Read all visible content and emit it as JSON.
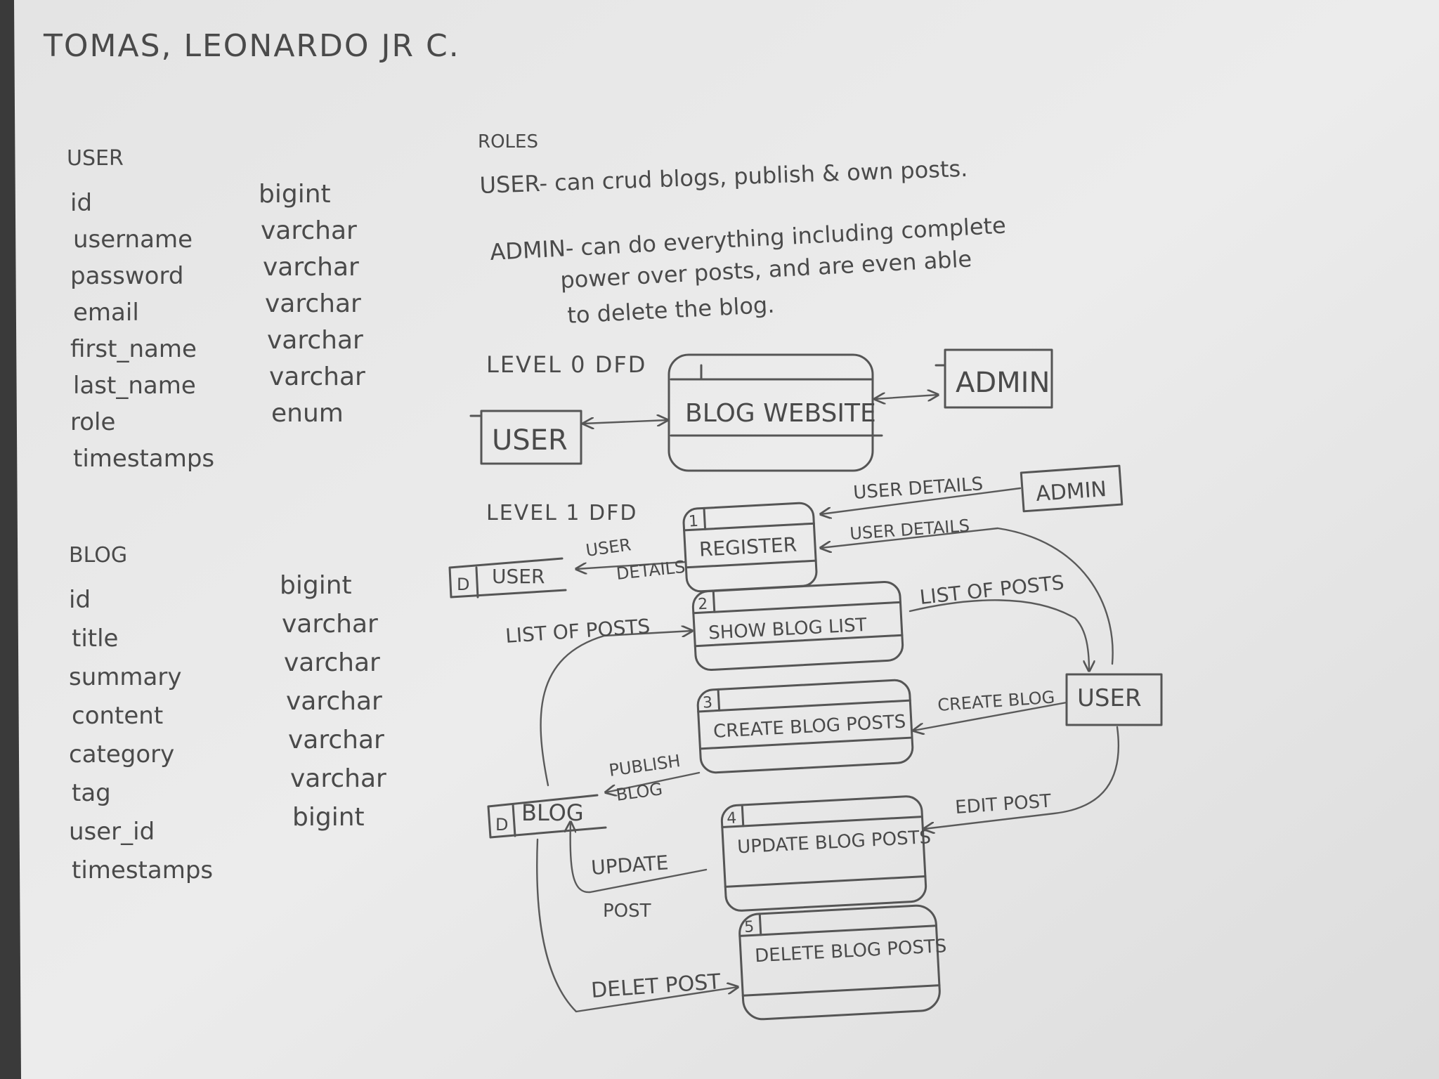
{
  "author": "TOMAS, LEONARDO JR C.",
  "user_table": {
    "title": "USER",
    "fields": [
      {
        "name": "id",
        "type": "bigint"
      },
      {
        "name": "username",
        "type": "varchar"
      },
      {
        "name": "password",
        "type": "varchar"
      },
      {
        "name": "email",
        "type": "varchar"
      },
      {
        "name": "first_name",
        "type": "varchar"
      },
      {
        "name": "last_name",
        "type": "varchar"
      },
      {
        "name": "role",
        "type": "enum"
      },
      {
        "name": "timestamps",
        "type": ""
      }
    ]
  },
  "blog_table": {
    "title": "BLOG",
    "fields": [
      {
        "name": "id",
        "type": "bigint"
      },
      {
        "name": "title",
        "type": "varchar"
      },
      {
        "name": "summary",
        "type": "varchar"
      },
      {
        "name": "content",
        "type": "varchar"
      },
      {
        "name": "category",
        "type": "varchar"
      },
      {
        "name": "tag",
        "type": "varchar"
      },
      {
        "name": "user_id",
        "type": "bigint"
      },
      {
        "name": "timestamps",
        "type": ""
      }
    ]
  },
  "roles": {
    "title": "ROLES",
    "user_line": "USER- can crud blogs, publish & own posts.",
    "admin_line1": "ADMIN- can do everything including complete",
    "admin_line2": "power over posts, and are even able",
    "admin_line3": "to delete the blog."
  },
  "level0": {
    "title": "LEVEL 0 DFD",
    "user": "USER",
    "process": "BLOG WEBSITE",
    "admin": "ADMIN"
  },
  "level1": {
    "title": "LEVEL 1 DFD",
    "admin": "ADMIN",
    "user_ext": "USER",
    "store_user_d": "D",
    "store_user": "USER",
    "store_blog_d": "D",
    "store_blog": "BLOG",
    "processes": [
      {
        "num": "1",
        "label": "REGISTER"
      },
      {
        "num": "2",
        "label": "SHOW BLOG LIST"
      },
      {
        "num": "3",
        "label": "CREATE BLOG POSTS"
      },
      {
        "num": "4",
        "label": "UPDATE BLOG POSTS"
      },
      {
        "num": "5",
        "label": "DELETE BLOG POSTS"
      }
    ],
    "flows": {
      "admin_user_details": "USER DETAILS",
      "user_user_details": "USER DETAILS",
      "store_user_details_1": "USER",
      "store_user_details_2": "DETAILS",
      "list_of_posts_left": "LIST OF POSTS",
      "list_of_posts_right": "LIST OF POSTS",
      "create_blog": "CREATE BLOG",
      "publish_blog_1": "PUBLISH",
      "publish_blog_2": "BLOG",
      "edit_post": "EDIT POST",
      "update_post_1": "UPDATE",
      "update_post_2": "POST",
      "delet_post": "DELET POST"
    }
  }
}
